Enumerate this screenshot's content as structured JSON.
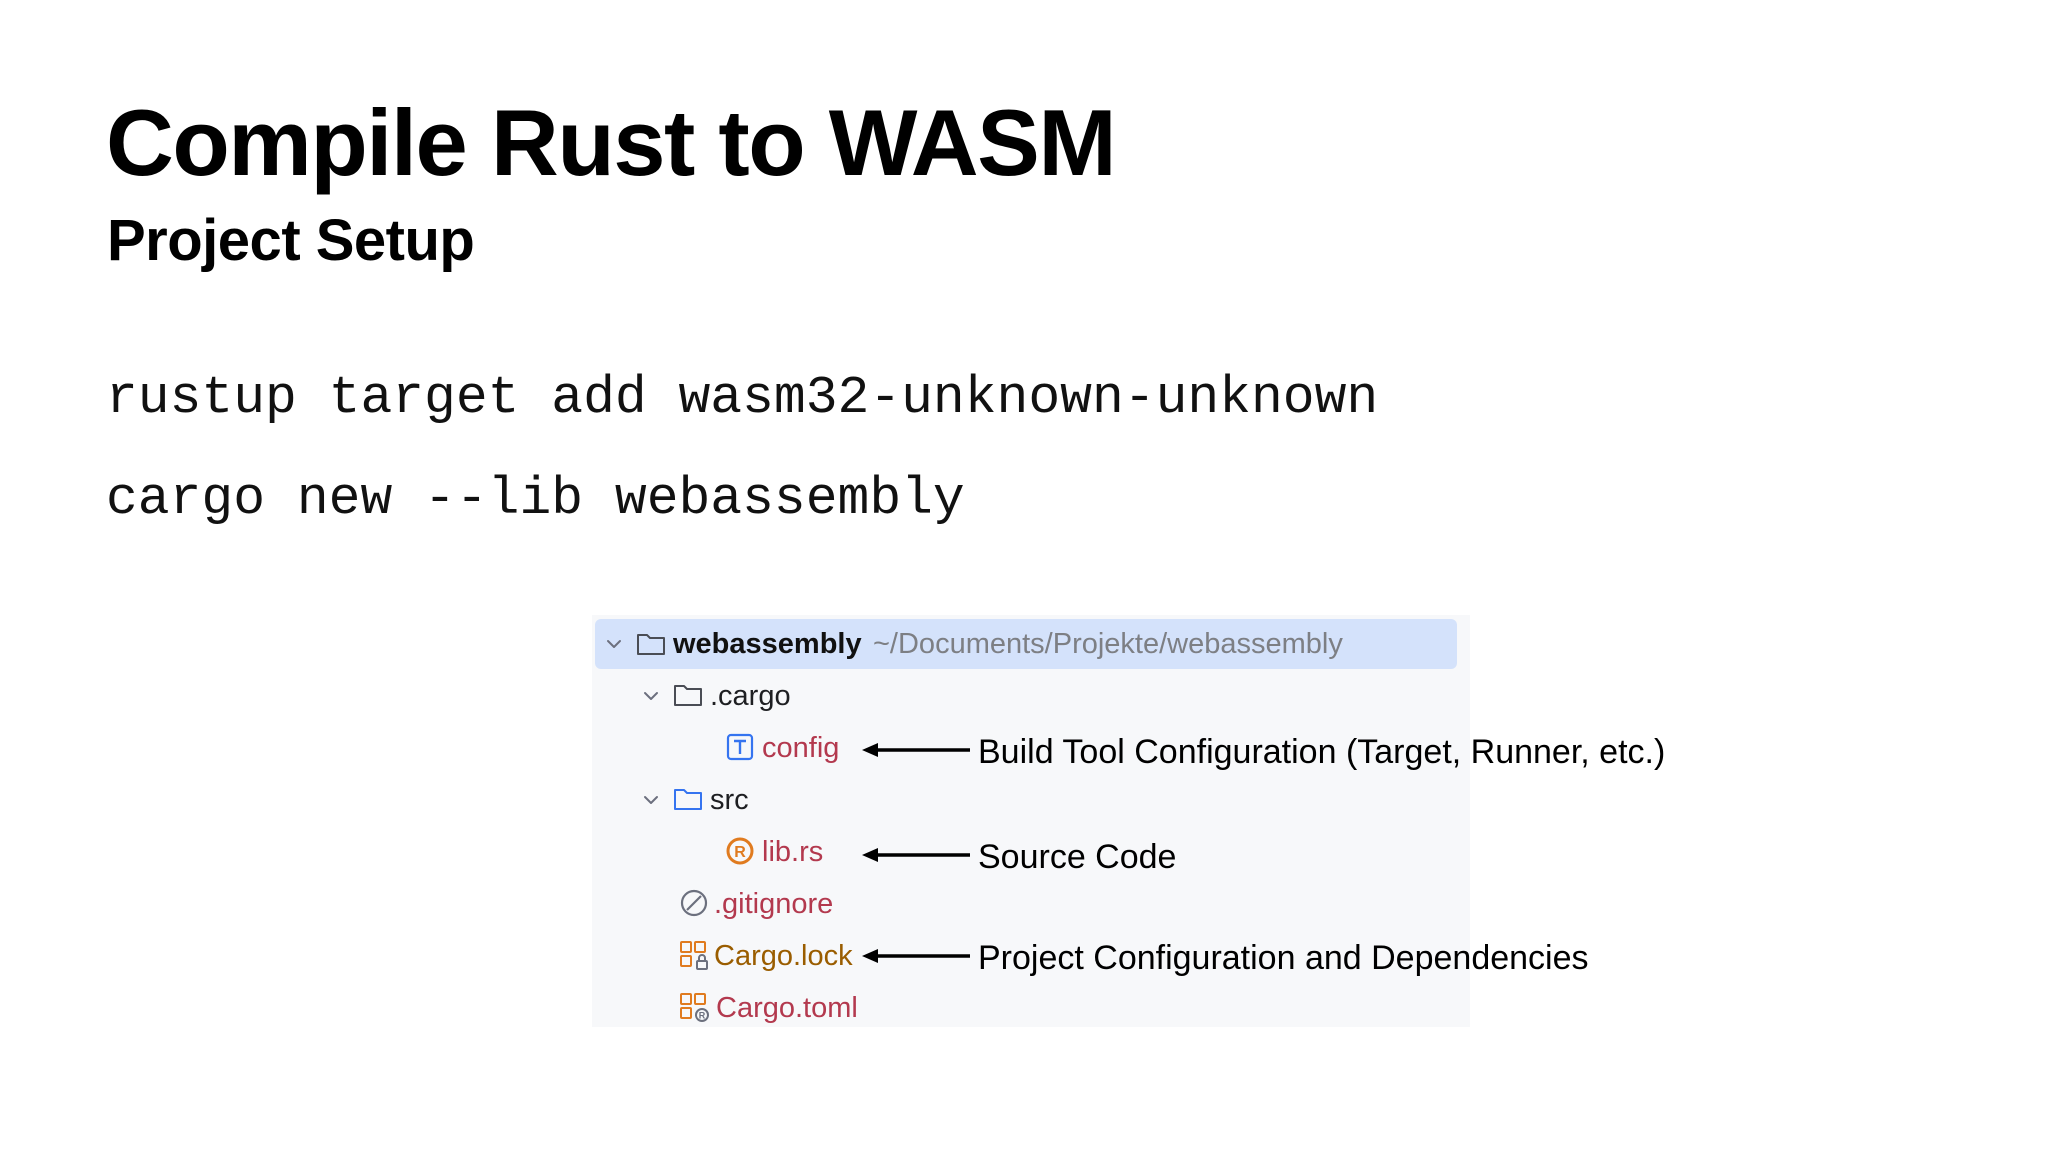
{
  "slide": {
    "title": "Compile Rust to WASM",
    "subtitle": "Project Setup"
  },
  "commands": [
    "rustup target add wasm32-unknown-unknown",
    "cargo new --lib webassembly"
  ],
  "tree": {
    "root": {
      "name": "webassembly",
      "path": "~/Documents/Projekte/webassembly",
      "icon": "folder-icon"
    },
    "items": [
      {
        "name": ".cargo",
        "icon": "folder-icon"
      },
      {
        "name": "config",
        "icon": "text-file-icon"
      },
      {
        "name": "src",
        "icon": "source-folder-icon"
      },
      {
        "name": "lib.rs",
        "icon": "rust-file-icon"
      },
      {
        "name": ".gitignore",
        "icon": "ignored-file-icon"
      },
      {
        "name": "Cargo.lock",
        "icon": "cargo-lock-icon"
      },
      {
        "name": "Cargo.toml",
        "icon": "cargo-toml-icon"
      }
    ]
  },
  "annotations": [
    "Build Tool Configuration (Target, Runner, etc.)",
    "Source Code",
    "Project Configuration and Dependencies"
  ],
  "colors": {
    "selection": "#d4e2fb",
    "panel": "#f7f8fa",
    "file_red": "#b3394e",
    "file_brown": "#9a5d00",
    "icon_blue": "#3574f0",
    "icon_orange": "#e07b1f"
  }
}
